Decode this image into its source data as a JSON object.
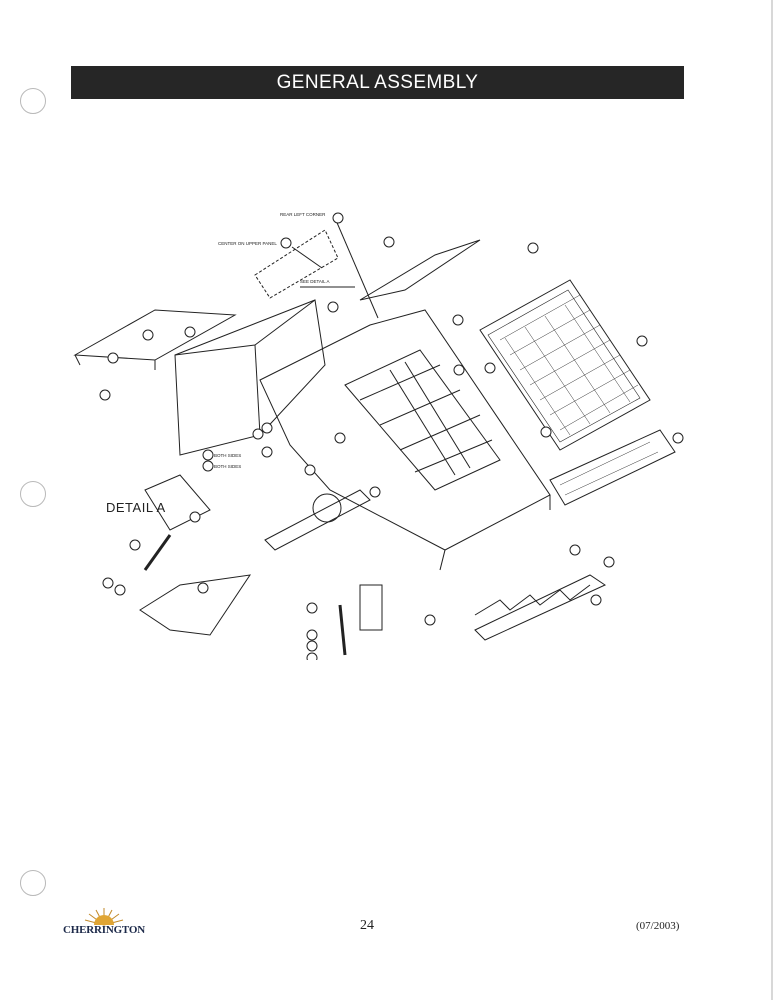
{
  "header": {
    "title": "GENERAL ASSEMBLY"
  },
  "diagram": {
    "detail_label": "DETAIL A",
    "callouts": {
      "rear_left_corner": "REAR LEFT CORNER",
      "center_on_upper_panel": "CENTER ON UPPER PANEL",
      "see_detail_a": "SEE DETAIL A",
      "both_sides_1": "BOTH SIDES",
      "both_sides_2": "BOTH SIDES"
    }
  },
  "footer": {
    "brand": "CHERRINGTON",
    "page_number": "24",
    "date": "(07/2003)"
  }
}
